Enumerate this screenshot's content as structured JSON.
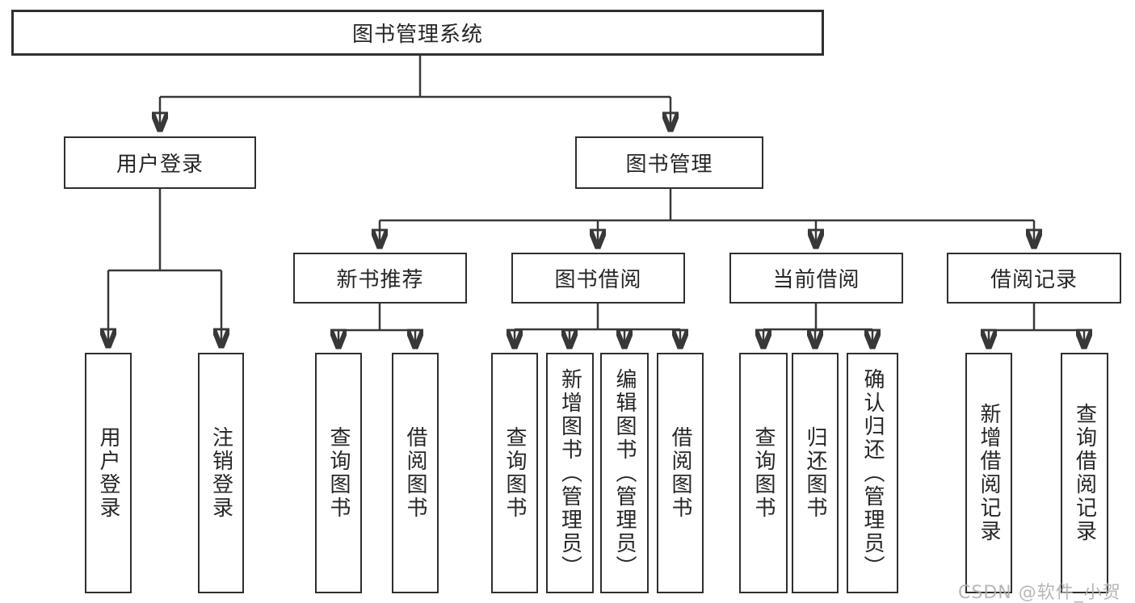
{
  "colors": {
    "line": "#383838",
    "box_border": "#2f2f2f",
    "text": "#262626",
    "watermark_gray": "#afafaf"
  },
  "watermark": {
    "text": "CSDN @软件_小贺同学"
  },
  "tree": {
    "label": "图书管理系统",
    "children": [
      {
        "label": "用户登录",
        "children": [
          {
            "label": "用户登录"
          },
          {
            "label": "注销登录"
          }
        ]
      },
      {
        "label": "图书管理",
        "children": [
          {
            "label": "新书推荐",
            "children": [
              {
                "label": "查询图书"
              },
              {
                "label": "借阅图书"
              }
            ]
          },
          {
            "label": "图书借阅",
            "children": [
              {
                "label": "查询图书"
              },
              {
                "label": "新增图书（管理员）"
              },
              {
                "label": "编辑图书（管理员）"
              },
              {
                "label": "借阅图书"
              }
            ]
          },
          {
            "label": "当前借阅",
            "children": [
              {
                "label": "查询图书"
              },
              {
                "label": "归还图书"
              },
              {
                "label": "确认归还（管理员）"
              }
            ]
          },
          {
            "label": "借阅记录",
            "children": [
              {
                "label": "新增借阅记录"
              },
              {
                "label": "查询借阅记录"
              }
            ]
          }
        ]
      }
    ]
  }
}
